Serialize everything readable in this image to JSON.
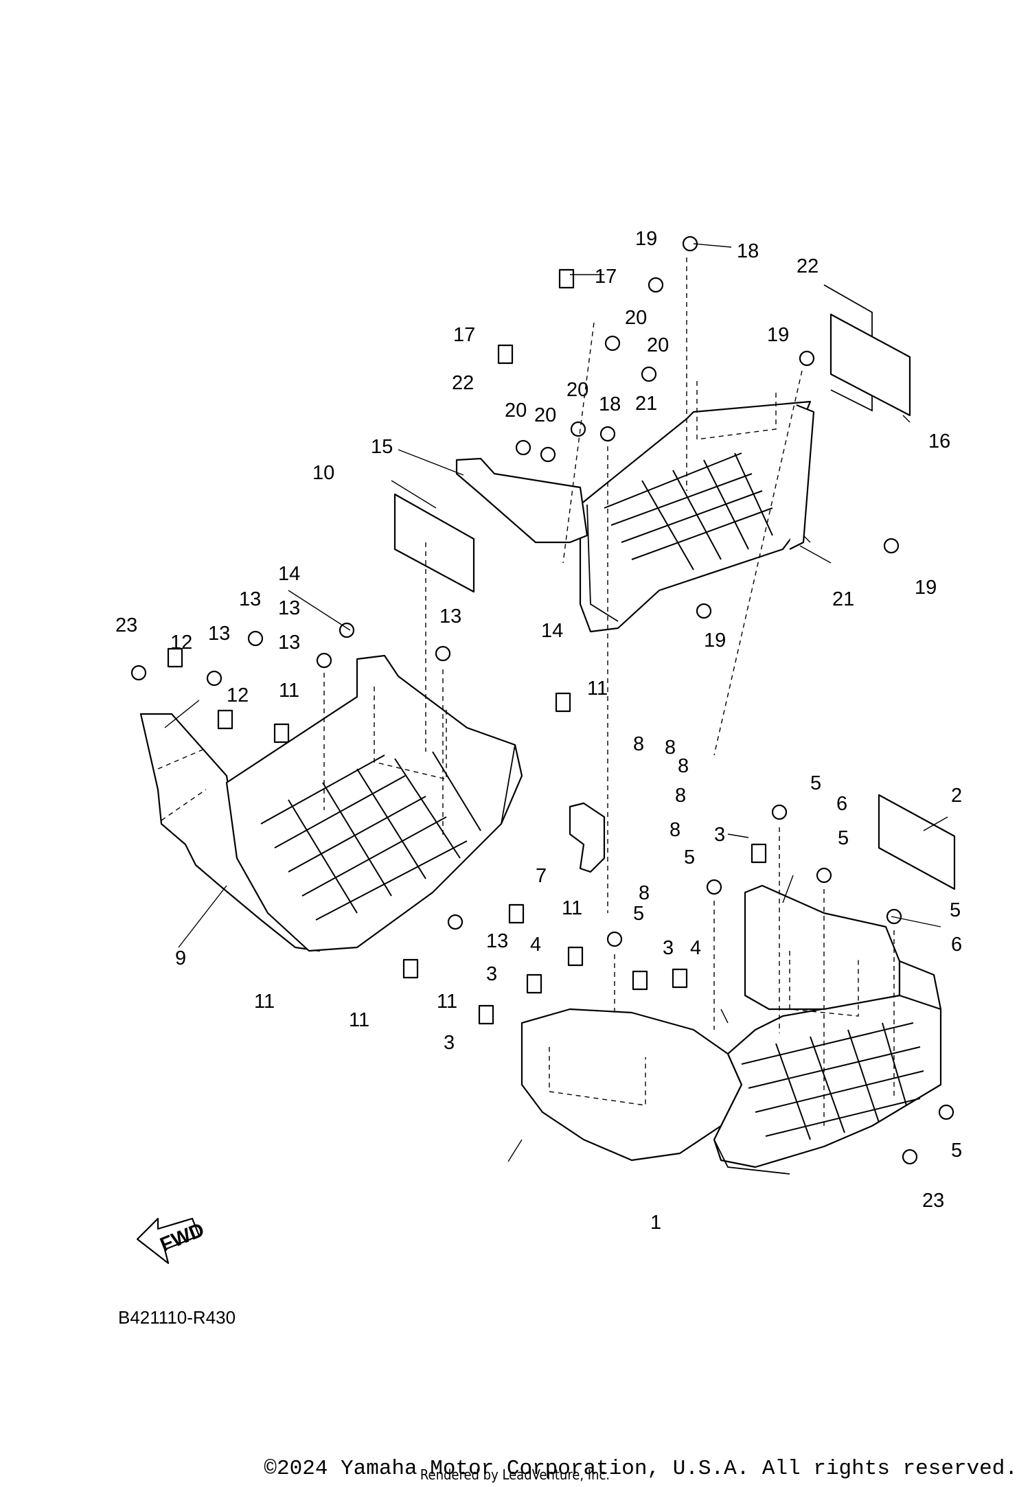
{
  "diagram": {
    "part_code": "B421110-R430",
    "fwd_label": "FWD",
    "callouts": [
      "1",
      "2",
      "3",
      "4",
      "5",
      "6",
      "7",
      "8",
      "9",
      "10",
      "11",
      "12",
      "13",
      "14",
      "15",
      "16",
      "17",
      "18",
      "19",
      "20",
      "21",
      "22",
      "23"
    ]
  },
  "footer": {
    "copyright": "©2024 Yamaha Motor Corporation, U.S.A. All rights reserved.",
    "rendered_by": "Rendered by LeadVenture, Inc."
  }
}
